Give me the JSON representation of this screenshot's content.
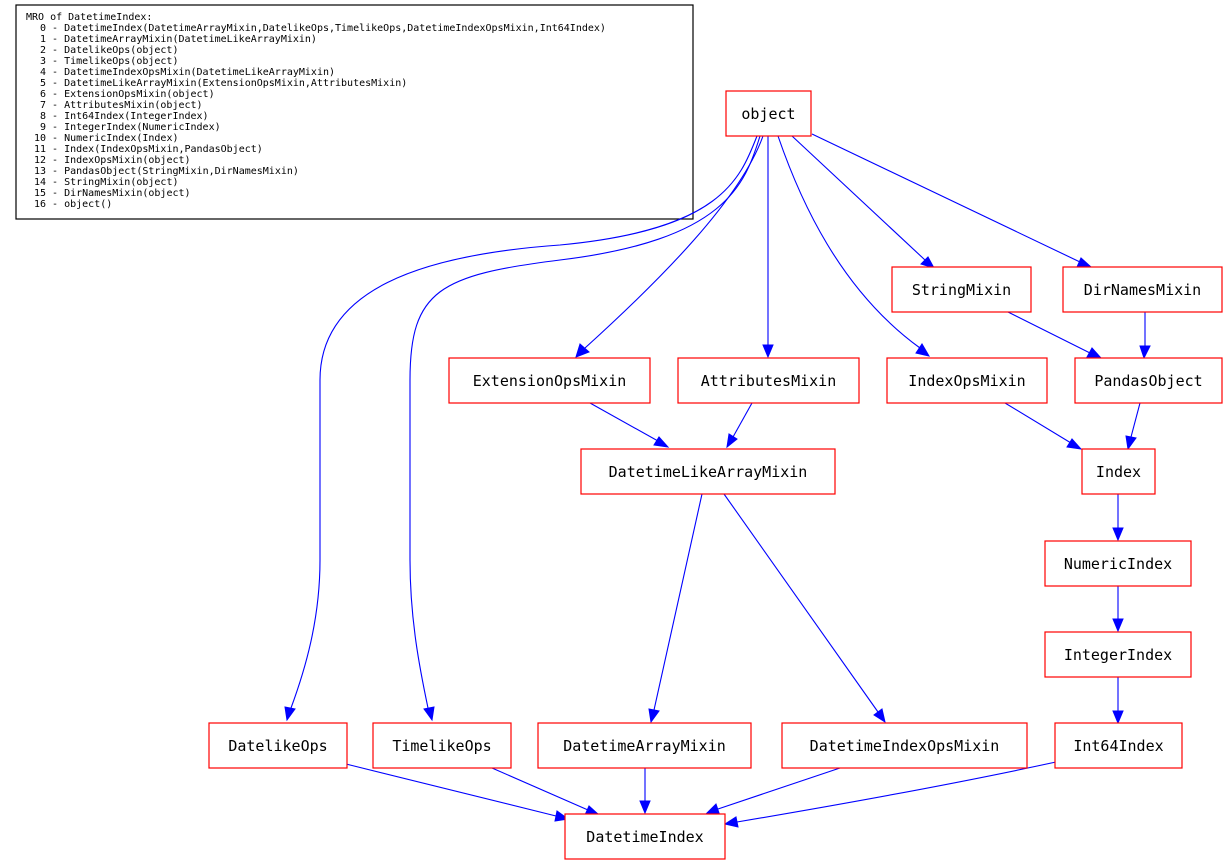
{
  "legend": {
    "title": "MRO of DatetimeIndex:",
    "lines": [
      "0 - DatetimeIndex(DatetimeArrayMixin,DatelikeOps,TimelikeOps,DatetimeIndexOpsMixin,Int64Index)",
      "1 - DatetimeArrayMixin(DatetimeLikeArrayMixin)",
      "2 - DatelikeOps(object)",
      "3 - TimelikeOps(object)",
      "4 - DatetimeIndexOpsMixin(DatetimeLikeArrayMixin)",
      "5 - DatetimeLikeArrayMixin(ExtensionOpsMixin,AttributesMixin)",
      "6 - ExtensionOpsMixin(object)",
      "7 - AttributesMixin(object)",
      "8 - Int64Index(IntegerIndex)",
      "9 - IntegerIndex(NumericIndex)",
      "10 - NumericIndex(Index)",
      "11 - Index(IndexOpsMixin,PandasObject)",
      "12 - IndexOpsMixin(object)",
      "13 - PandasObject(StringMixin,DirNamesMixin)",
      "14 - StringMixin(object)",
      "15 - DirNamesMixin(object)",
      "16 - object()"
    ]
  },
  "nodes": {
    "object": "object",
    "string_mixin": "StringMixin",
    "dir_names_mixin": "DirNamesMixin",
    "extension_ops_mixin": "ExtensionOpsMixin",
    "attributes_mixin": "AttributesMixin",
    "index_ops_mixin": "IndexOpsMixin",
    "pandas_object": "PandasObject",
    "datetime_like_array_mixin": "DatetimeLikeArrayMixin",
    "index": "Index",
    "numeric_index": "NumericIndex",
    "integer_index": "IntegerIndex",
    "datelike_ops": "DatelikeOps",
    "timelike_ops": "TimelikeOps",
    "datetime_array_mixin": "DatetimeArrayMixin",
    "datetime_index_ops_mixin": "DatetimeIndexOpsMixin",
    "int64_index": "Int64Index",
    "datetime_index": "DatetimeIndex"
  },
  "colors": {
    "node_border": "#ff0000",
    "edge": "#0000ff",
    "legend_border": "#000000"
  }
}
